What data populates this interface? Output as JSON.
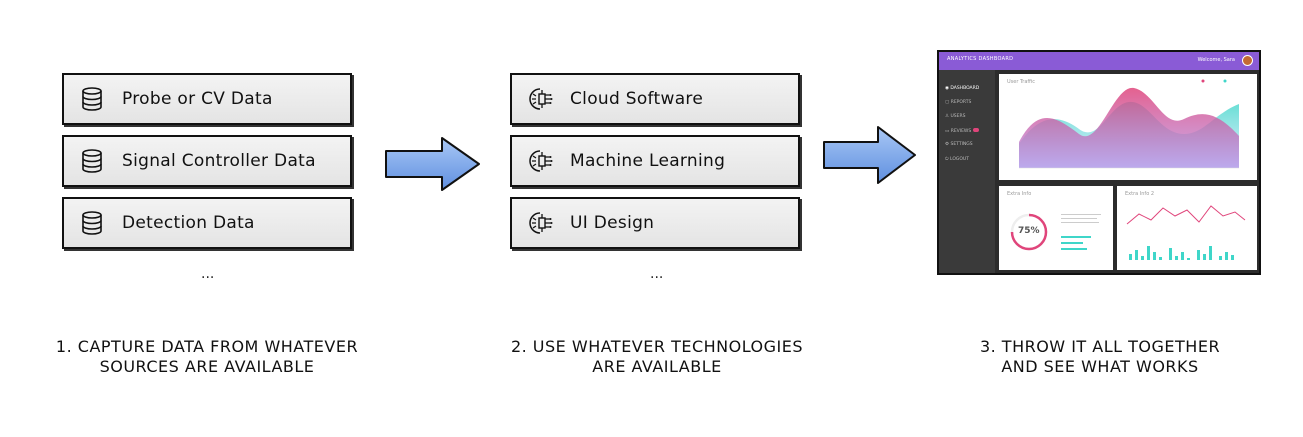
{
  "column1": {
    "items": [
      {
        "label": "Probe or CV Data",
        "icon": "database-icon"
      },
      {
        "label": "Signal Controller Data",
        "icon": "database-icon"
      },
      {
        "label": "Detection Data",
        "icon": "database-icon"
      }
    ],
    "ellipsis": "...",
    "caption_line1": "1. CAPTURE DATA FROM WHATEVER",
    "caption_line2": "SOURCES ARE AVAILABLE"
  },
  "column2": {
    "items": [
      {
        "label": "Cloud Software",
        "icon": "ai-chip-icon"
      },
      {
        "label": "Machine Learning",
        "icon": "ai-chip-icon"
      },
      {
        "label": "UI Design",
        "icon": "ai-chip-icon"
      }
    ],
    "ellipsis": "...",
    "caption_line1": "2. USE WHATEVER TECHNOLOGIES",
    "caption_line2": "ARE AVAILABLE"
  },
  "column3": {
    "caption_line1": "3. THROW IT ALL TOGETHER",
    "caption_line2": "AND SEE WHAT WORKS",
    "dashboard": {
      "title": "ANALYTICS DASHBOARD",
      "user": "Welcome, Sara",
      "nav": [
        "DASHBOARD",
        "REPORTS",
        "USERS",
        "REVIEWS",
        "SETTINGS",
        "LOGOUT"
      ],
      "panel1_title": "User Traffic",
      "panel2_title": "Extra Info",
      "panel3_title": "Extra Info 2",
      "ring_value": "75%",
      "accent": "#8a5bd6",
      "pink": "#e0457b",
      "teal": "#3fd6c9"
    }
  }
}
